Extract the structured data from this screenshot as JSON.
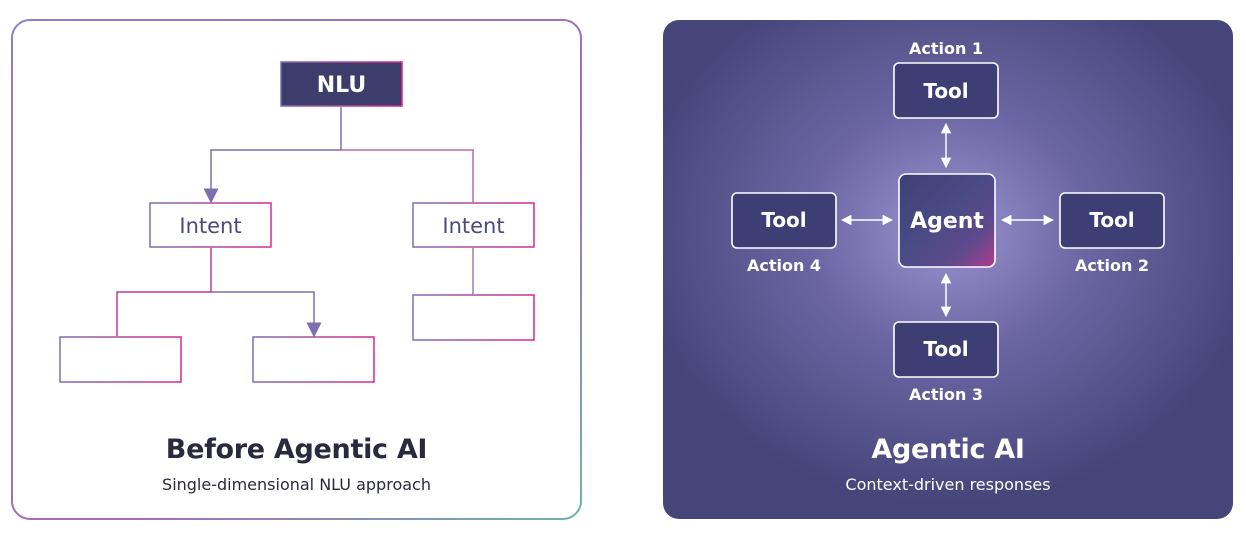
{
  "before": {
    "title": "Before Agentic AI",
    "subtitle": "Single-dimensional NLU approach",
    "nlu_label": "NLU",
    "intent_left": "Intent",
    "intent_right": "Intent"
  },
  "agentic": {
    "title": "Agentic AI",
    "subtitle": "Context-driven responses",
    "agent_label": "Agent",
    "tools": {
      "top": {
        "label": "Tool",
        "action": "Action 1"
      },
      "right": {
        "label": "Tool",
        "action": "Action 2"
      },
      "bottom": {
        "label": "Tool",
        "action": "Action 3"
      },
      "left": {
        "label": "Tool",
        "action": "Action 4"
      }
    }
  },
  "colors": {
    "navy": "#3d3d6b",
    "purple_border": "#7c6fb0",
    "magenta": "#d9288f",
    "dark_panel": "#4a4a7c",
    "text_dark": "#2a2a3e"
  }
}
